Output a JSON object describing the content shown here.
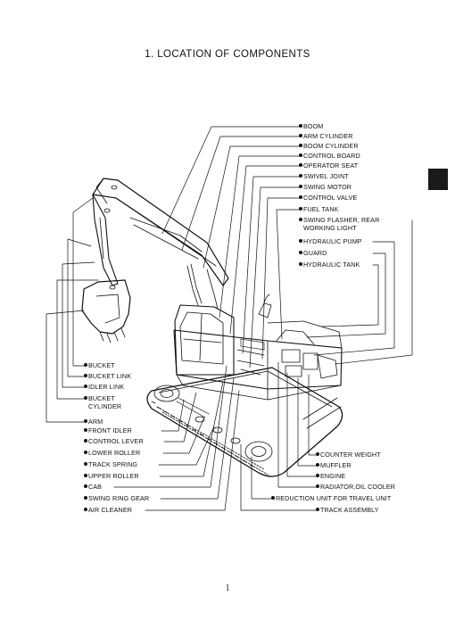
{
  "page": {
    "title": "1. LOCATION OF COMPONENTS",
    "page_number": "1"
  },
  "labels_right": [
    {
      "text": "BOOM"
    },
    {
      "text": "ARM CYLINDER"
    },
    {
      "text": "BOOM CYLINDER"
    },
    {
      "text": "CONTROL BOARD"
    },
    {
      "text": "OPERATOR SEAT"
    },
    {
      "text": "SWIVEL JOINT"
    },
    {
      "text": "SWING MOTOR"
    },
    {
      "text": "CONTROL VALVE"
    },
    {
      "text": "FUEL TANK"
    },
    {
      "text": "SWING FLASHER, REAR",
      "sub": "WORKING LIGHT"
    },
    {
      "text": "HYDRAULIC PUMP"
    },
    {
      "text": "GUARD"
    },
    {
      "text": "HYDRAULIC TANK"
    }
  ],
  "labels_left": [
    {
      "text": "BUCKET"
    },
    {
      "text": "BUCKET LINK"
    },
    {
      "text": "IDLER LINK"
    },
    {
      "text": "BUCKET",
      "sub": "CYLINDER"
    },
    {
      "text": "ARM"
    },
    {
      "text": "FRONT IDLER"
    },
    {
      "text": "CONTROL LEVER"
    },
    {
      "text": "LOWER ROLLER"
    },
    {
      "text": "TRACK SPRING"
    },
    {
      "text": "UPPER ROLLER"
    },
    {
      "text": "CAB"
    },
    {
      "text": "SWING RING GEAR"
    },
    {
      "text": "AIR CLEANER"
    }
  ],
  "labels_bottom_right": [
    {
      "text": "COUNTER WEIGHT"
    },
    {
      "text": "MUFFLER"
    },
    {
      "text": "ENGINE"
    },
    {
      "text": "RADIATOR,OIL COOLER"
    },
    {
      "text": "REDUCTION UNIT FOR TRAVEL UNIT"
    },
    {
      "text": "TRACK ASSEMBLY"
    }
  ]
}
